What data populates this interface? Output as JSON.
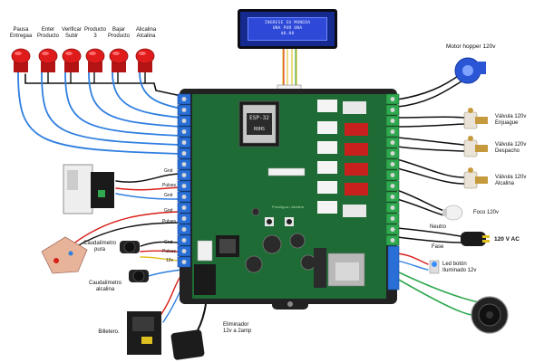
{
  "buttons": [
    {
      "label": "Pausa\nEntregaa"
    },
    {
      "label": "Enter\nProducto"
    },
    {
      "label": "Verificar\nSubir"
    },
    {
      "label": "Producto\n3"
    },
    {
      "label": "Bajar\nProducto"
    },
    {
      "label": "Alicalina\nAlcalina"
    }
  ],
  "lcd": {
    "line1": "INGRESE SU MONEDA",
    "line2": "UNA POR UNA",
    "line3": "$0.00"
  },
  "chip": {
    "name": "ESP-32",
    "rohs": "ROHS"
  },
  "board_brand": "PuraAgua • alcalina",
  "devices": {
    "motor_hopper": "Motor hopper 120v",
    "valve_rinse": "Válvula 120v\nEnjuague",
    "valve_dispense": "Válvula 120v\nDespacho",
    "valve_alkaline": "Válvula 120v\nAlcalina",
    "bulb": "Foco 120v",
    "ac": "120 V AC",
    "neutral": "Neutro",
    "phase": "Fase",
    "led_button": "Led botón\nIluminado 12v",
    "flow_pure": "Caudalímetro\npura",
    "flow_alkaline": "Caudalímetro\nalcalina",
    "bill_acceptor": "Billetero.",
    "power_supply": "Eliminador\n12v a 2amp"
  },
  "pins": {
    "gnd_1": "Gnd",
    "pulses_1": "Pulses",
    "gnd_2": "Gnd",
    "gnd_3": "Gnd",
    "pulses_2": "Pulses",
    "gnd_4": "Gnd",
    "pulses_3": "Pulses",
    "v12": "12v"
  },
  "colors": {
    "board": "#1f6b35",
    "terminal_green": "#2fa84f",
    "terminal_blue": "#2a6fd6",
    "wire_blue": "#2f7fe0",
    "wire_black": "#111111",
    "wire_red": "#d91e18",
    "wire_green": "#2fa84f",
    "button_red": "#e01b1b",
    "lcd_blue": "#2e49d8"
  }
}
